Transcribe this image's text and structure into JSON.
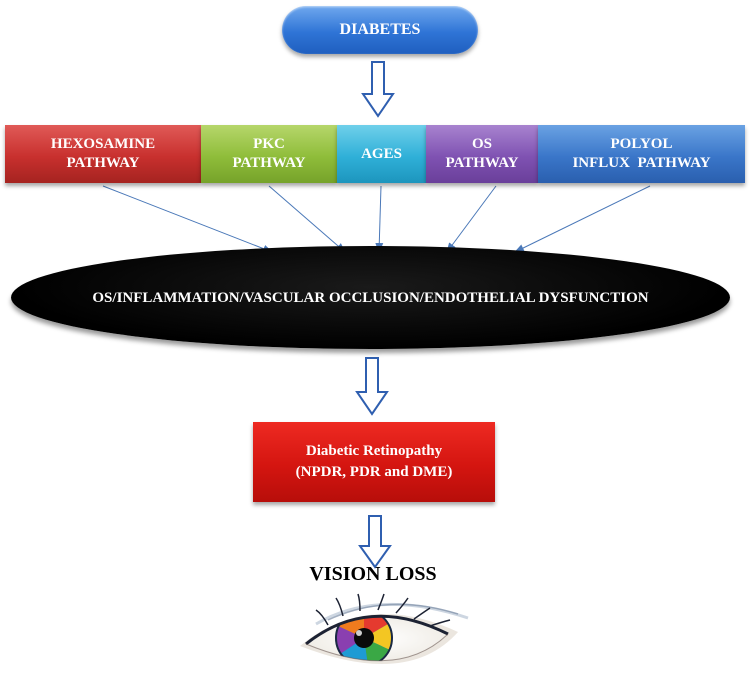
{
  "top": {
    "label": "DIABETES"
  },
  "pathways": [
    {
      "line1": "HEXOSAMINE",
      "line2": "PATHWAY"
    },
    {
      "line1": "PKC",
      "line2": "PATHWAY"
    },
    {
      "line1": "AGES",
      "line2": ""
    },
    {
      "line1": "OS",
      "line2": "PATHWAY"
    },
    {
      "line1": "POLYOL",
      "line2": "INFLUX  PATHWAY"
    }
  ],
  "mechanism": {
    "label": "OS/INFLAMMATION/VASCULAR OCCLUSION/ENDOTHELIAL DYSFUNCTION"
  },
  "outcome": {
    "line1": "Diabetic Retinopathy",
    "line2": "(NPDR, PDR and DME)"
  },
  "final": {
    "label": "VISION LOSS"
  },
  "colors": {
    "diabetes": "#2f74d6",
    "hexosamine": "#c8302e",
    "pkc": "#8fbd3a",
    "ages": "#2fb0d8",
    "os": "#7f52b2",
    "polyol": "#3a76c9",
    "mechanism": "#000000",
    "retinopathy": "#d41510",
    "arrow_outline": "#2f5fb0"
  }
}
